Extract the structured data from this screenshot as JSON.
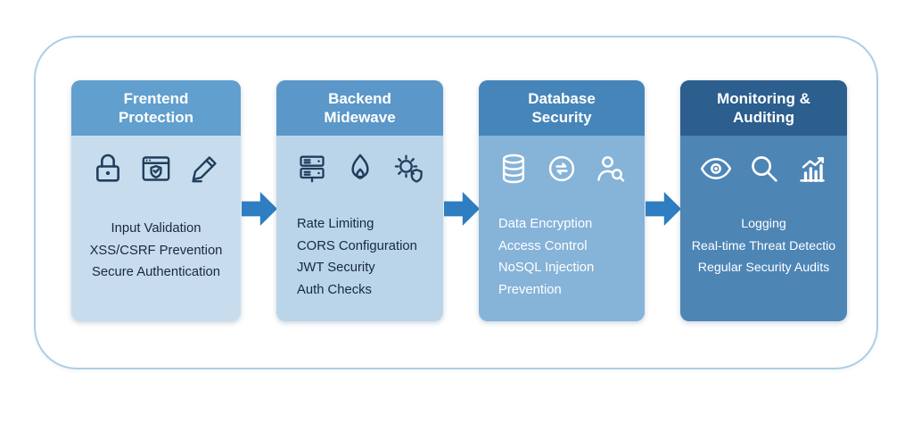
{
  "frame": {
    "border_color": "#abcfe7",
    "background": "#ffffff"
  },
  "arrow_color": "#2e7ec1",
  "stages": [
    {
      "id": "frontend-protection",
      "title_line1": "Frentend",
      "title_line2": "Protection",
      "header_bg": "#619fce",
      "body_bg": "#c7ddee",
      "text_color": "#18293c",
      "icons": [
        "lock-icon",
        "browser-shield-icon",
        "signature-pen-icon"
      ],
      "items": [
        "Input Validation",
        "XSS/CSRF Prevention",
        "Secure Authentication"
      ]
    },
    {
      "id": "backend-middleware",
      "title_line1": "Backend",
      "title_line2": "Midewave",
      "header_bg": "#5b97c9",
      "body_bg": "#bad5ea",
      "text_color": "#18293c",
      "icons": [
        "server-stack-icon",
        "flame-icon",
        "gear-shield-icon"
      ],
      "items": [
        "Rate Limiting",
        "CORS Configuration",
        "JWT Security",
        "Auth Checks"
      ]
    },
    {
      "id": "database-security",
      "title_line1": "Database",
      "title_line2": "Security",
      "header_bg": "#4685ba",
      "body_bg": "#86b3d8",
      "text_color": "#ffffff",
      "icons": [
        "database-icon",
        "sync-icon",
        "user-search-icon"
      ],
      "items": [
        "Data Encryption",
        "Access Control",
        "NoSQL Injection",
        "Prevention"
      ]
    },
    {
      "id": "monitoring-auditing",
      "title_line1": "Monitoring &",
      "title_line2": "Auditing",
      "header_bg": "#2c5e8e",
      "body_bg": "#4d85b5",
      "text_color": "#ffffff",
      "icons": [
        "eye-icon",
        "magnifier-icon",
        "chart-icon"
      ],
      "items": [
        "Logging",
        "Real-time Threat Detectio",
        "Regular Security Audits"
      ]
    }
  ]
}
